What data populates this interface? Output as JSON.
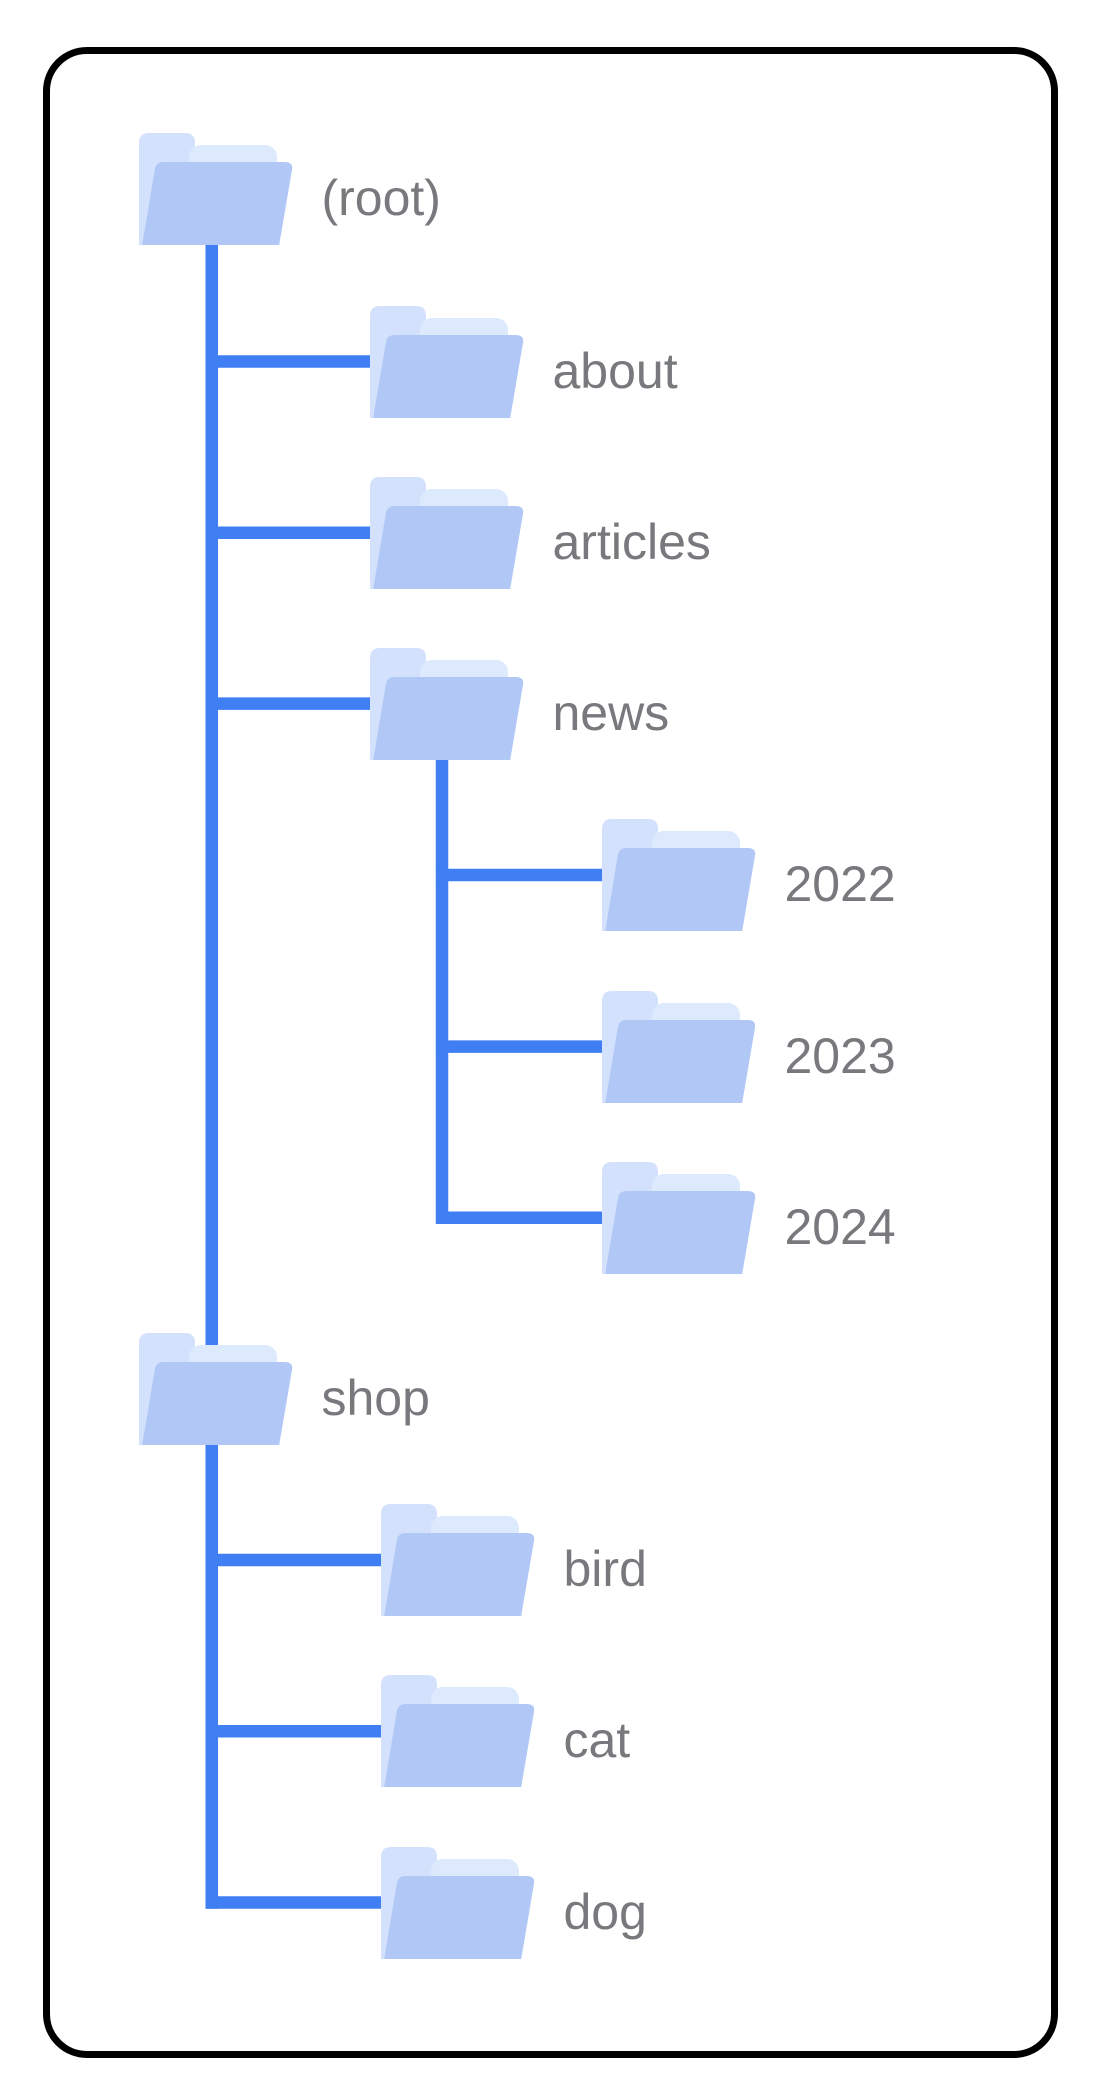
{
  "figure": {
    "background": "#ffffff",
    "frame_color": "#000000",
    "connector_color": "#3f7ef3",
    "label_color": "#77797c",
    "folder_back_color": "#d3e1fc",
    "folder_flap_color": "#dde9fd",
    "folder_front_color": "#b1c8f7"
  },
  "tree": {
    "nodes": [
      {
        "label": "(root)",
        "parent": null
      },
      {
        "label": "about",
        "parent": "(root)"
      },
      {
        "label": "articles",
        "parent": "(root)"
      },
      {
        "label": "news",
        "parent": "(root)"
      },
      {
        "label": "2022",
        "parent": "news"
      },
      {
        "label": "2023",
        "parent": "news"
      },
      {
        "label": "2024",
        "parent": "news"
      },
      {
        "label": "shop",
        "parent": "(root)"
      },
      {
        "label": "bird",
        "parent": "shop"
      },
      {
        "label": "cat",
        "parent": "shop"
      },
      {
        "label": "dog",
        "parent": "shop"
      }
    ]
  }
}
